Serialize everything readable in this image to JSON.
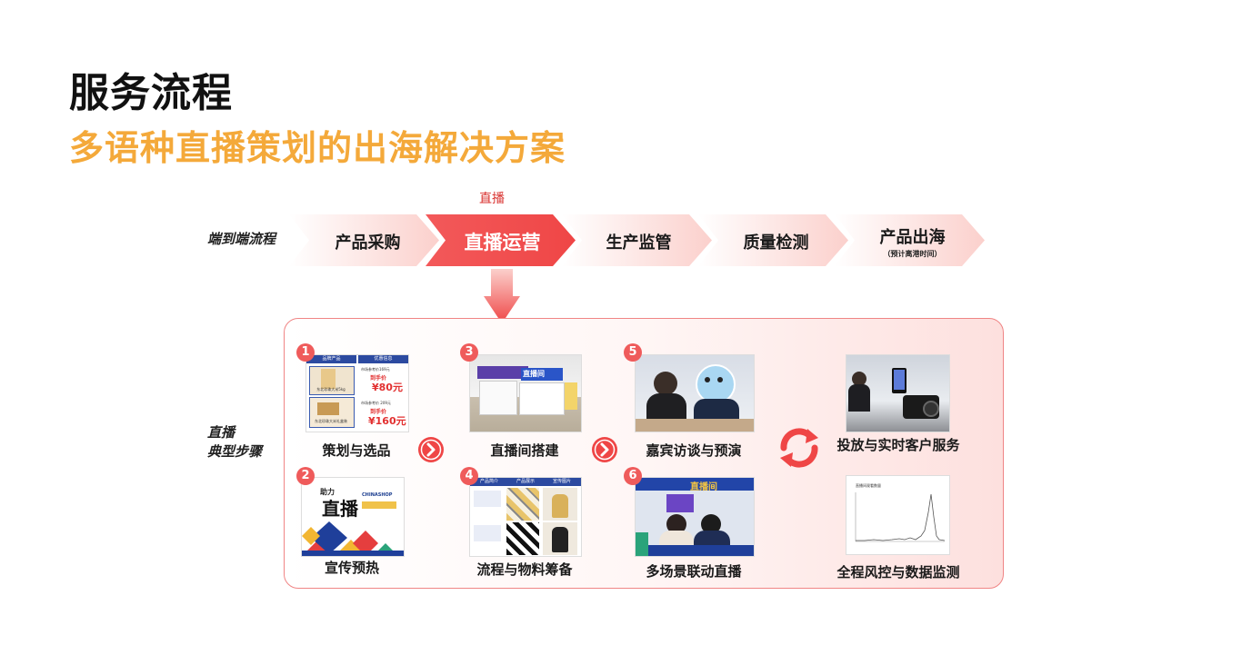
{
  "header": {
    "title": "服务流程",
    "subtitle": "多语种直播策划的出海解决方案"
  },
  "flow": {
    "label": "端到端流程",
    "active_caption": "直播",
    "stages": [
      {
        "label": "产品采购",
        "sub": ""
      },
      {
        "label": "直播运营",
        "sub": ""
      },
      {
        "label": "生产监管",
        "sub": ""
      },
      {
        "label": "质量检测",
        "sub": ""
      },
      {
        "label": "产品出海",
        "sub": "（预计离港时间）"
      }
    ]
  },
  "steps": {
    "label_line1": "直播",
    "label_line2": "典型步骤",
    "items": [
      {
        "num": "1",
        "caption": "策划与选品"
      },
      {
        "num": "2",
        "caption": "宣传预热"
      },
      {
        "num": "3",
        "caption": "直播间搭建"
      },
      {
        "num": "4",
        "caption": "流程与物料筹备"
      },
      {
        "num": "5",
        "caption": "嘉宾访谈与预演"
      },
      {
        "num": "6",
        "caption": "多场景联动直播"
      }
    ],
    "after": [
      {
        "caption": "投放与实时客户服务"
      },
      {
        "caption": "全程风控与数据监测"
      }
    ]
  },
  "thumb1": {
    "col1": "品牌产品",
    "col2": "优惠信息",
    "price1": "¥80元",
    "price2": "¥160元",
    "deal1": "到手价",
    "deal2": "到手价",
    "note1": "市场参考价169元",
    "note2": "市场参考价 209元",
    "item1": "东北珍珠大米5kg",
    "item2": "东北珍珠大米礼盒装"
  },
  "thumb2": {
    "big": "直播",
    "brand": "CHINASHOP",
    "tag": "助力"
  },
  "thumb3": {
    "sign": "直播间"
  },
  "thumb4": {
    "h1": "产品简介",
    "h2": "产品展示",
    "h3": "宣传图片"
  },
  "thumb6": {
    "sign": "直播间"
  },
  "thumb8": {
    "chart_title": "直播间观看数量"
  },
  "colors": {
    "accent": "#ef4b4b",
    "gold": "#f4a93a",
    "panel_border": "#f08585"
  }
}
